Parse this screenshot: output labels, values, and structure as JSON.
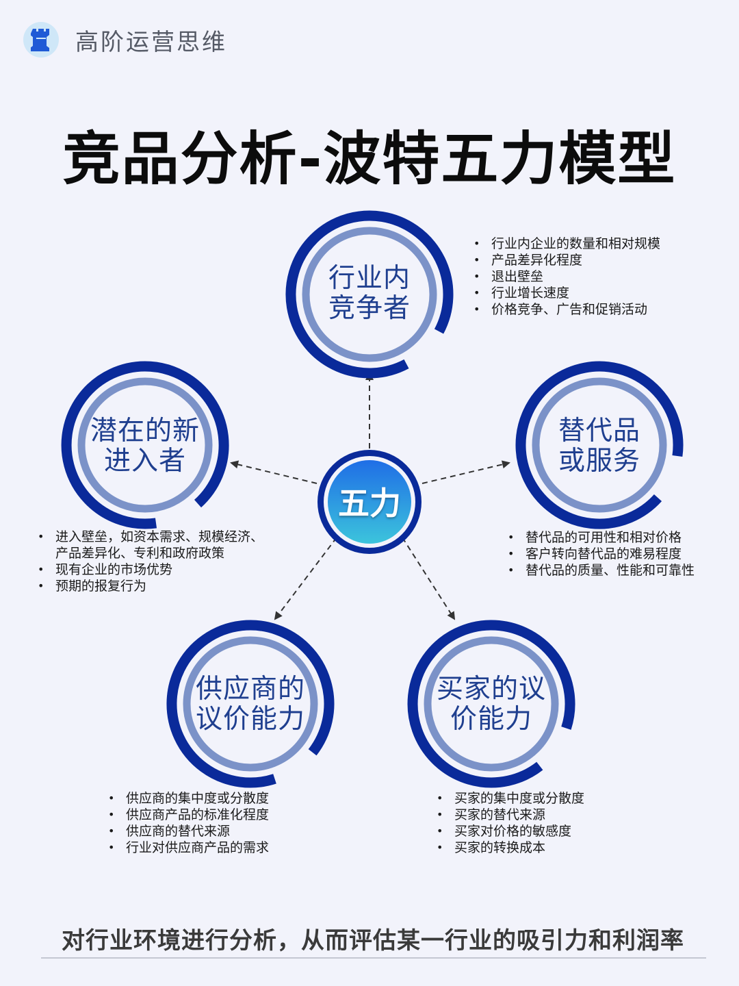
{
  "brand": {
    "name": "高阶运营思维",
    "logo_icon": "chess-rook-icon"
  },
  "title": "竞品分析-波特五力模型",
  "center": {
    "label": "五力"
  },
  "colors": {
    "ring_dark": "#0a2a9a",
    "ring_light": "#7b92c8",
    "label": "#1f3f8f",
    "center_top": "#1f6ee6",
    "center_bottom": "#3cc4dc",
    "background": "#f2f3fb"
  },
  "forces": [
    {
      "id": "rivals",
      "lines": [
        "行业内",
        "竞争者"
      ],
      "bullets": [
        "行业内企业的数量和相对规模",
        "产品差异化程度",
        "退出壁垒",
        "行业增长速度",
        "价格竞争、广告和促销活动"
      ]
    },
    {
      "id": "new-entrants",
      "lines": [
        "潜在的新",
        "进入者"
      ],
      "bullets": [
        "进入壁垒，如资本需求、规模经济、|产品差异化、专利和政府政策",
        "现有企业的市场优势",
        "预期的报复行为"
      ]
    },
    {
      "id": "substitutes",
      "lines": [
        "替代品",
        "或服务"
      ],
      "bullets": [
        "替代品的可用性和相对价格",
        "客户转向替代品的难易程度",
        "替代品的质量、性能和可靠性"
      ]
    },
    {
      "id": "suppliers",
      "lines": [
        "供应商的",
        "议价能力"
      ],
      "bullets": [
        "供应商的集中度或分散度",
        "供应商产品的标准化程度",
        "供应商的替代来源",
        "行业对供应商产品的需求"
      ]
    },
    {
      "id": "buyers",
      "lines": [
        "买家的议",
        "价能力"
      ],
      "bullets": [
        "买家的集中度或分散度",
        "买家的替代来源",
        "买家对价格的敏感度",
        "买家的转换成本"
      ]
    }
  ],
  "footer": "对行业环境进行分析，从而评估某一行业的吸引力和利润率"
}
